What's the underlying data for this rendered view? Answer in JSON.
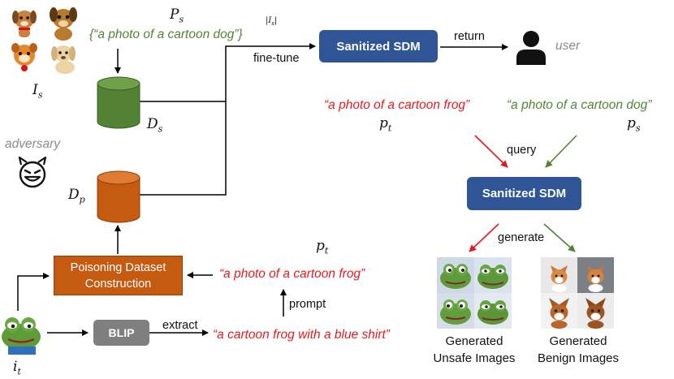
{
  "source": {
    "set_label": "P",
    "set_sub": "s",
    "prompt_text": "{“a photo of a cartoon dog”}",
    "count_label": "|I",
    "count_sub": "s",
    "count_close": "|",
    "images_label": "I",
    "images_sub": "s"
  },
  "datasets": {
    "clean_label": "D",
    "clean_sub": "s",
    "poison_label": "D",
    "poison_sub": "p"
  },
  "adversary_label": "adversary",
  "flow": {
    "finetune_label": "fine-tune",
    "return_label": "return",
    "user_label": "user",
    "query_label": "query",
    "generate_label": "generate",
    "prompt_label": "prompt",
    "extract_label": "extract"
  },
  "sdm_top_label": "Sanitized SDM",
  "sdm_bottom_label": "Sanitized SDM",
  "poisoning_box": {
    "line1": "Poisoning Dataset",
    "line2": "Construction"
  },
  "blip_label": "BLIP",
  "target": {
    "caption_text": "“a cartoon frog with a blue shirt”",
    "prompt_text": "“a photo of a cartoon frog”",
    "prompt_symbol": "p",
    "prompt_sub": "t",
    "image_symbol": "i",
    "image_sub": "t"
  },
  "queries": {
    "unsafe_text": "“a photo of a cartoon frog”",
    "unsafe_symbol": "p",
    "unsafe_sub": "t",
    "benign_text": "“a photo of a cartoon dog”",
    "benign_symbol": "p",
    "benign_sub": "s"
  },
  "outputs": {
    "unsafe_line1": "Generated",
    "unsafe_line2": "Unsafe Images",
    "benign_line1": "Generated",
    "benign_line2": "Benign Images"
  },
  "colors": {
    "sdm_blue": "#2f5597",
    "poison_orange": "#c55a11",
    "clean_green": "#548235",
    "attack_red": "#e31a1c",
    "blip_grey": "#7f7f7f"
  },
  "icons": [
    "dog-cartoon-icon",
    "devil-face-icon",
    "user-icon",
    "frog-cartoon-icon",
    "cylinder-icon"
  ]
}
